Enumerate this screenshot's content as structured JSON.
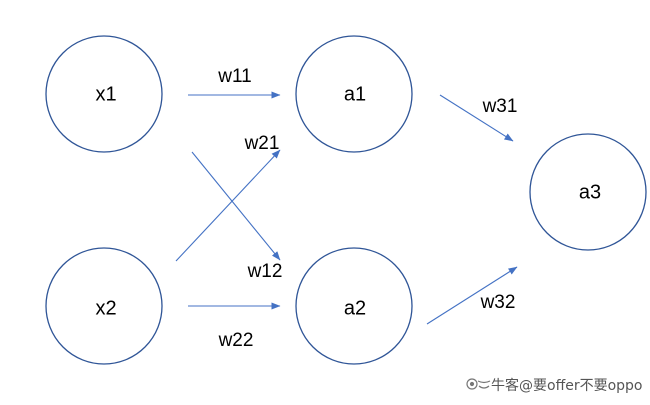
{
  "colors": {
    "node_stroke": "#2f5597",
    "edge": "#4472c4",
    "text": "#000000"
  },
  "nodes": {
    "x1": "x1",
    "x2": "x2",
    "a1": "a1",
    "a2": "a2",
    "a3": "a3"
  },
  "edges": {
    "w11": "w11",
    "w21": "w21",
    "w12": "w12",
    "w22": "w22",
    "w31": "w31",
    "w32": "w32"
  },
  "watermark": {
    "icon": "nowcoder-logo-icon",
    "text": "牛客@要offer不要oppo"
  }
}
